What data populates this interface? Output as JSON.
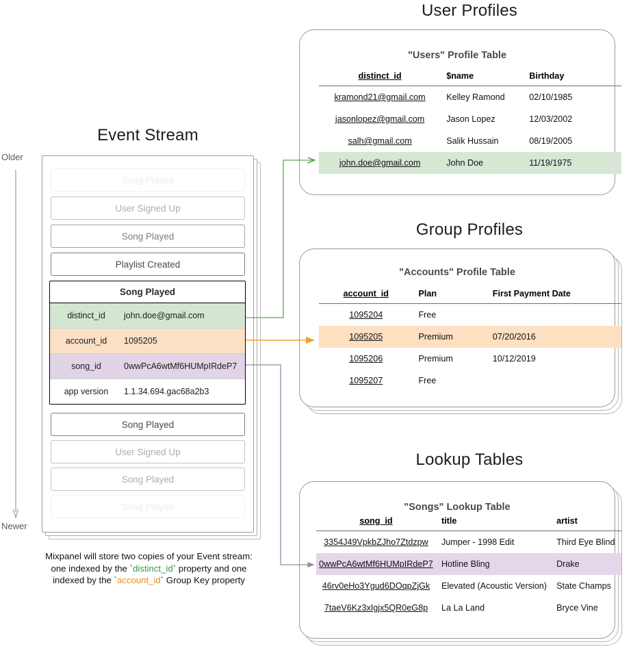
{
  "sections": {
    "event_stream_title": "Event Stream",
    "user_profiles_title": "User Profiles",
    "group_profiles_title": "Group Profiles",
    "lookup_tables_title": "Lookup Tables"
  },
  "timeline": {
    "older_label": "Older",
    "newer_label": "Newer"
  },
  "event_stream": {
    "cards_above": [
      {
        "label": "Song Played",
        "fade": "fade-90"
      },
      {
        "label": "User Signed Up",
        "fade": "fade-45"
      },
      {
        "label": "Song Played",
        "fade": "fade-70"
      },
      {
        "label": "Playlist Created",
        "fade": ""
      }
    ],
    "cards_below": [
      {
        "label": "Song Played",
        "fade": ""
      },
      {
        "label": "User Signed Up",
        "fade": "fade-45"
      },
      {
        "label": "Song Played",
        "fade": "fade-45"
      },
      {
        "label": "Song Played",
        "fade": "fade-90"
      }
    ],
    "focused_event": {
      "name": "Song Played",
      "properties": [
        {
          "key": "distinct_id",
          "value": "john.doe@gmail.com",
          "highlight": "row-green"
        },
        {
          "key": "account_id",
          "value": "1095205",
          "highlight": "row-orange"
        },
        {
          "key": "song_id",
          "value": "0wwPcA6wtMf6HUMpIRdeP7",
          "highlight": "row-purple"
        },
        {
          "key": "app version",
          "value": "1.1.34.694.gac68a2b3",
          "highlight": "row-plain"
        }
      ]
    },
    "caption": {
      "line1": "Mixpanel will store two copies of your Event stream:",
      "line2_pre": "one indexed by the `",
      "line2_token": "distinct_id",
      "line2_post": "` property and one",
      "line3_pre": "indexed by the `",
      "line3_token": "account_id",
      "line3_post": "` Group Key property"
    }
  },
  "users_table": {
    "title": "\"Users\" Profile Table",
    "columns": [
      "distinct_id",
      "$name",
      "Birthday"
    ],
    "rows": [
      {
        "cells": [
          "kramond21@gmail.com",
          "Kelley Ramond",
          "02/10/1985"
        ],
        "highlight": ""
      },
      {
        "cells": [
          "jasonlopez@gmail.com",
          "Jason Lopez",
          "12/03/2002"
        ],
        "highlight": ""
      },
      {
        "cells": [
          "salh@gmail.com",
          "Salik Hussain",
          "08/19/2005"
        ],
        "highlight": ""
      },
      {
        "cells": [
          "john.doe@gmail.com",
          "John Doe",
          "11/19/1975"
        ],
        "highlight": "hl-green"
      }
    ]
  },
  "accounts_table": {
    "title": "\"Accounts\" Profile Table",
    "columns": [
      "account_id",
      "Plan",
      "First Payment Date"
    ],
    "rows": [
      {
        "cells": [
          "1095204",
          "Free",
          ""
        ],
        "highlight": ""
      },
      {
        "cells": [
          "1095205",
          "Premium",
          "07/20/2016"
        ],
        "highlight": "hl-orange"
      },
      {
        "cells": [
          "1095206",
          "Premium",
          "10/12/2019"
        ],
        "highlight": ""
      },
      {
        "cells": [
          "1095207",
          "Free",
          ""
        ],
        "highlight": ""
      }
    ]
  },
  "songs_table": {
    "title": "\"Songs\" Lookup Table",
    "columns": [
      "song_id",
      "title",
      "artist"
    ],
    "rows": [
      {
        "cells": [
          "3354J49VpkbZJho7Ztdzpw",
          "Jumper - 1998 Edit",
          "Third Eye Blind"
        ],
        "highlight": ""
      },
      {
        "cells": [
          "0wwPcA6wtMf6HUMpIRdeP7",
          "Hotline Bling",
          "Drake"
        ],
        "highlight": "hl-purple"
      },
      {
        "cells": [
          "46rv0eHo3Ygud6DOqpZjGk",
          "Elevated (Acoustic Version)",
          "State Champs"
        ],
        "highlight": ""
      },
      {
        "cells": [
          "7taeV6Kz3xIgjx5QR0eG8p",
          "La La Land",
          "Bryce Vine"
        ],
        "highlight": ""
      }
    ]
  },
  "colors": {
    "green": "#5aa84f",
    "orange": "#f0a030",
    "purple": "#9b86a8",
    "green_row": "#d6e8d4",
    "orange_row": "#fde0c2",
    "purple_row": "#e5d7ea",
    "border_gray": "#9a9a9a"
  }
}
